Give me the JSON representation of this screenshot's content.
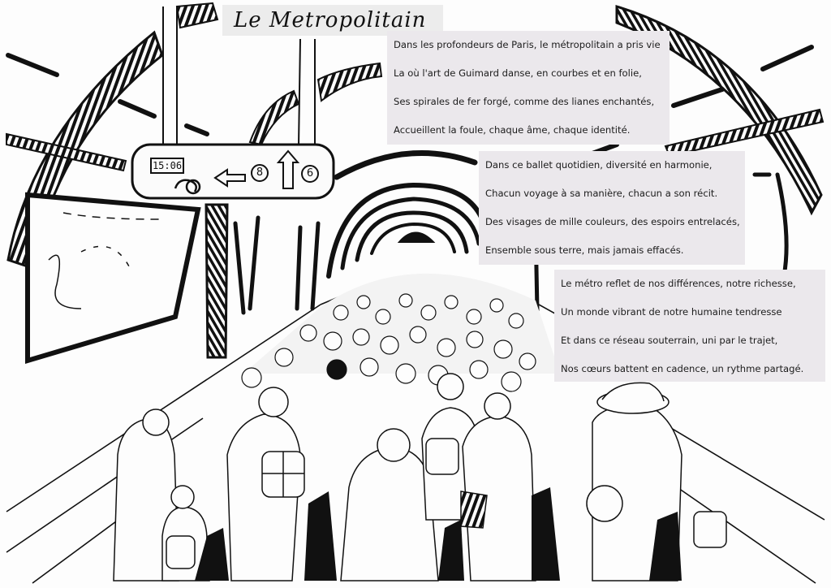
{
  "artwork": {
    "title": "Le Metropolitain",
    "style": "hand-drawn black ink illustration of a Paris metro station crowd",
    "colors": {
      "ink": "#111111",
      "paper": "#fdfdfd",
      "poem_strip": "#ebe8ec",
      "title_strip": "#ececec"
    }
  },
  "sign": {
    "clock": "15:06",
    "left_arrow_line": "8",
    "up_arrow_line": "6",
    "icons": [
      "snail-icon",
      "arrow-left-icon",
      "arrow-up-icon"
    ]
  },
  "poem": {
    "stanzas": [
      {
        "lines": [
          "Dans les profondeurs de Paris, le métropolitain a pris vie",
          "La où l'art de Guimard danse, en courbes et en folie,",
          "Ses spirales de fer forgé, comme des lianes enchantés,",
          "Accueillent la foule, chaque âme, chaque identité."
        ]
      },
      {
        "lines": [
          "Dans ce ballet quotidien, diversité en harmonie,",
          "Chacun voyage à sa manière, chacun a son récit.",
          "Des visages de mille couleurs, des espoirs entrelacés,",
          "Ensemble sous terre, mais jamais effacés."
        ]
      },
      {
        "lines": [
          "Le métro reflet de nos différences, notre richesse,",
          "Un monde vibrant de notre humaine tendresse",
          "Et dans ce réseau souterrain, uni par le trajet,",
          "Nos cœurs battent en cadence, un rythme partagé."
        ]
      }
    ]
  }
}
